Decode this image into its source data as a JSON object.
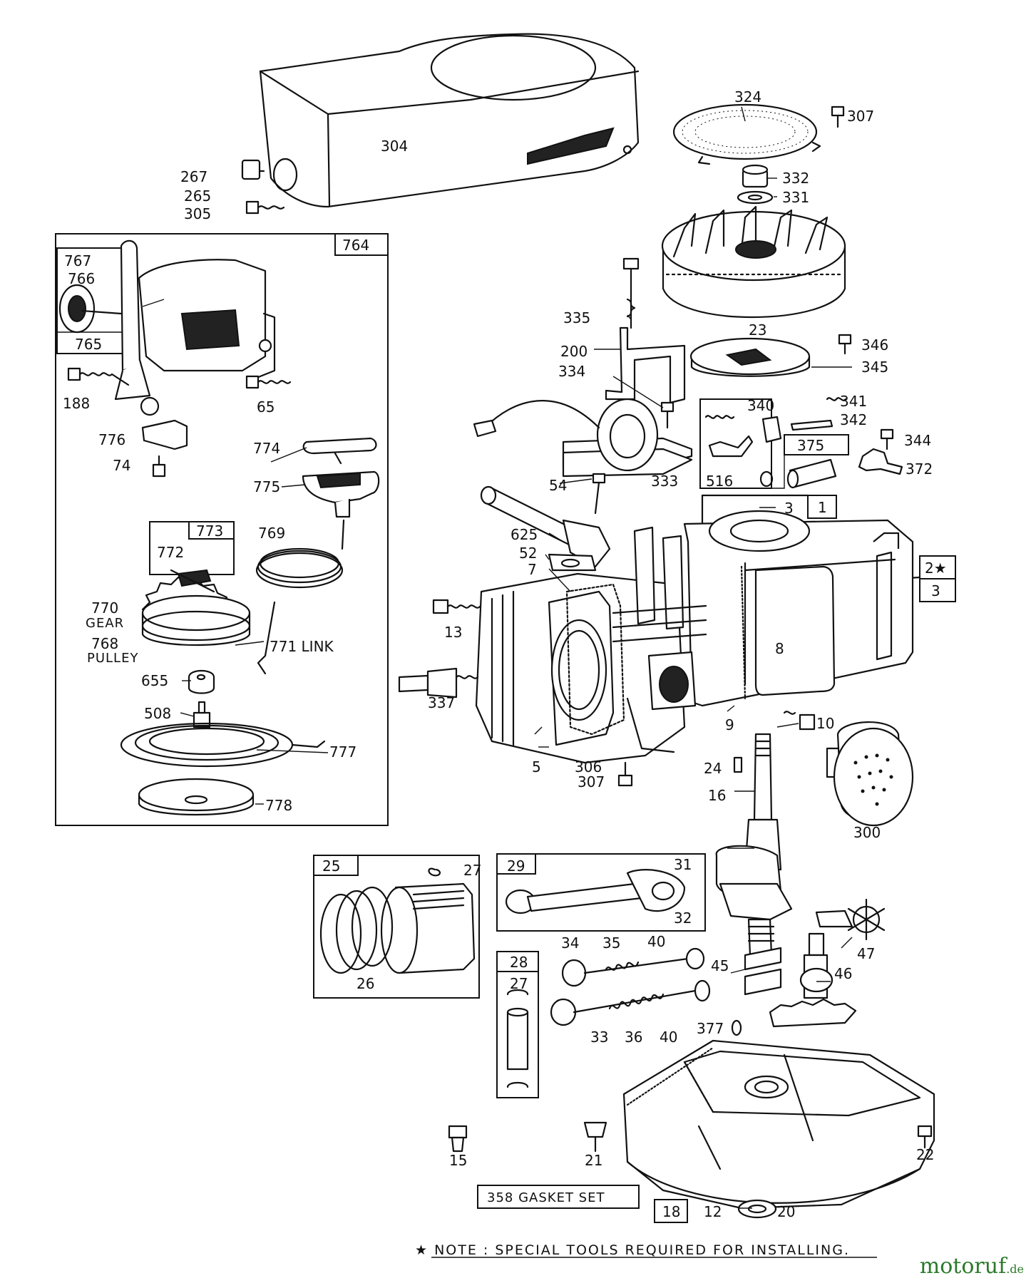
{
  "labels": {
    "l304": "304",
    "l267": "267",
    "l265": "265",
    "l305": "305",
    "l324": "324",
    "l307a": "307",
    "l332": "332",
    "l331": "331",
    "l23": "23",
    "l764": "764",
    "l767": "767",
    "l766": "766",
    "l765": "765",
    "l188": "188",
    "l65": "65",
    "l776": "776",
    "l74": "74",
    "l774": "774",
    "l775": "775",
    "l769": "769",
    "l773": "773",
    "l772": "772",
    "l770": "770",
    "l770b": "GEAR",
    "l768": "768",
    "l768b": "PULLEY",
    "l771": "771 LINK",
    "l655": "655",
    "l508": "508",
    "l777": "777",
    "l778": "778",
    "l335": "335",
    "l200": "200",
    "l334": "334",
    "l333": "333",
    "l346": "346",
    "l345": "345",
    "l340": "340",
    "l341": "341",
    "l342": "342",
    "l375": "375",
    "l344": "344",
    "l372": "372",
    "l516": "516",
    "l54": "54",
    "l625": "625",
    "l52": "52",
    "l7": "7",
    "l3": "3",
    "l1": "1",
    "l2": "2★",
    "l3b": "3",
    "l13": "13",
    "l8": "8",
    "l337": "337",
    "l9": "9",
    "l10": "10",
    "l5": "5",
    "l306": "306",
    "l307b": "307",
    "l24": "24",
    "l16": "16",
    "l300": "300",
    "l25": "25",
    "l27a": "27",
    "l26": "26",
    "l29": "29",
    "l31": "31",
    "l32": "32",
    "l34": "34",
    "l35": "35",
    "l40a": "40",
    "l45": "45",
    "l47": "47",
    "l46": "46",
    "l28": "28",
    "l27b": "27",
    "l33": "33",
    "l36": "36",
    "l40b": "40",
    "l377": "377",
    "l15": "15",
    "l21": "21",
    "l22": "22",
    "l358": "358 GASKET SET",
    "l18": "18",
    "l12": "12",
    "l20": "20"
  },
  "note": "★ NOTE : SPECIAL TOOLS REQUIRED FOR INSTALLING.",
  "watermark": {
    "main": "motoruf",
    "suffix": ".de"
  }
}
